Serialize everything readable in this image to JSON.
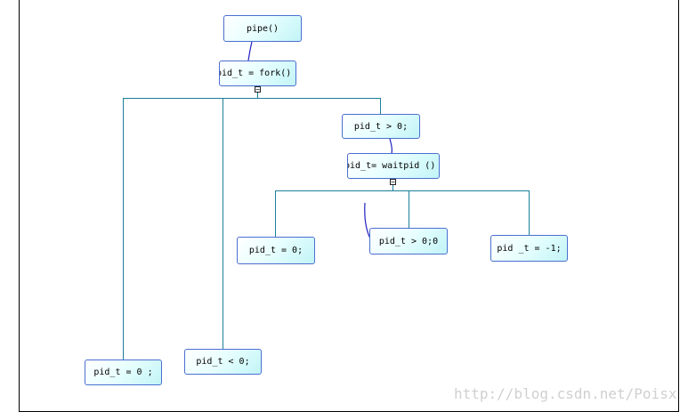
{
  "nodes": {
    "pipe": "pipe()",
    "fork": "pid_t = fork()",
    "parent_branch": "pid_t > 0;",
    "waitpid": "pid_t= waitpid ()",
    "wait_zero": "pid_t = 0;",
    "wait_positive": "pid_t > 0;0",
    "wait_error": "pid _t = -1;",
    "child": "pid_t = 0 ;",
    "fork_error": "pid_t < 0;"
  },
  "toggles": {
    "fork_toggle": "−",
    "waitpid_toggle": "−"
  },
  "watermark": "http://blog.csdn.net/Poisx",
  "colors": {
    "node_border": "#4a6fd0",
    "connector": "#1c7f9a",
    "link": "#2020c0"
  }
}
